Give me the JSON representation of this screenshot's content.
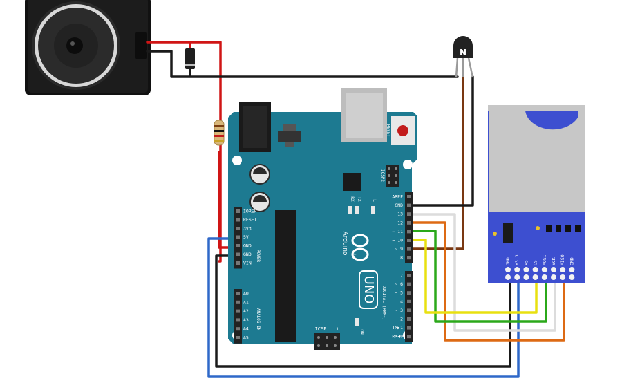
{
  "arduino": {
    "brand": "Arduino",
    "model": "UNO",
    "on_label": "ON",
    "icsp_label": "ICSP",
    "icsp_num": "1",
    "icsp2_label": "ICSP2",
    "tx_label": "TX",
    "rx_label": "RX",
    "l_label": "L",
    "reset_button_label": "RESET",
    "aref_label": "AREF",
    "power_group_label": "POWER",
    "analog_group_label": "ANALOG IN",
    "digital_group_label": "DIGITAL (PWM~)",
    "power_pins": [
      "IOREF",
      "RESET",
      "3V3",
      "5V",
      "GND",
      "GND",
      "VIN"
    ],
    "analog_pins": [
      "A0",
      "A1",
      "A2",
      "A3",
      "A4",
      "A5"
    ],
    "digital_upper": [
      "AREF",
      "GND",
      "13",
      "12",
      "~ 11",
      "~ 10",
      "~ 9",
      "8"
    ],
    "digital_lower": [
      "7",
      "~ 6",
      "~ 5",
      "4",
      "~ 3",
      "2",
      "TX▶1",
      "RX◀0"
    ]
  },
  "sd_module": {
    "pins": [
      "GND",
      "+3.3",
      "+5",
      "CS",
      "MOSI",
      "SCK",
      "MISO",
      "GND"
    ]
  },
  "transistor": {
    "label": "N"
  },
  "colors": {
    "board": "#1d7a91",
    "board_dark": "#12566a",
    "sd_board": "#3d4fd0",
    "wire_red": "#d01515",
    "wire_black": "#1a1a1a",
    "wire_brown": "#7a3812",
    "wire_blue": "#2f68c9",
    "wire_orange": "#dd6a14",
    "wire_green": "#2ba81a",
    "wire_yellow": "#e8e010",
    "wire_white": "#dcdcdc"
  }
}
